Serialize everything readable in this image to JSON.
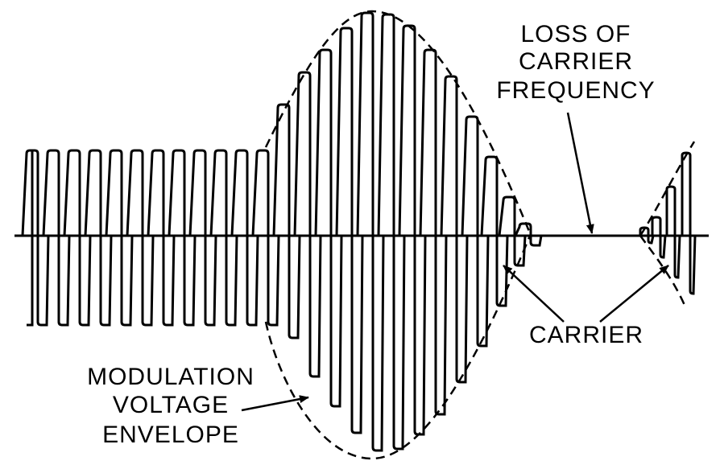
{
  "labels": {
    "loss_line1": "LOSS  OF",
    "loss_line2": "CARRIER",
    "loss_line3": "FREQUENCY",
    "carrier": "CARRIER",
    "mod_line1": "MODULATION",
    "mod_line2": "VOLTAGE",
    "mod_line3": "ENVELOPE"
  },
  "colors": {
    "ink": "#000000",
    "background": "#ffffff"
  }
}
